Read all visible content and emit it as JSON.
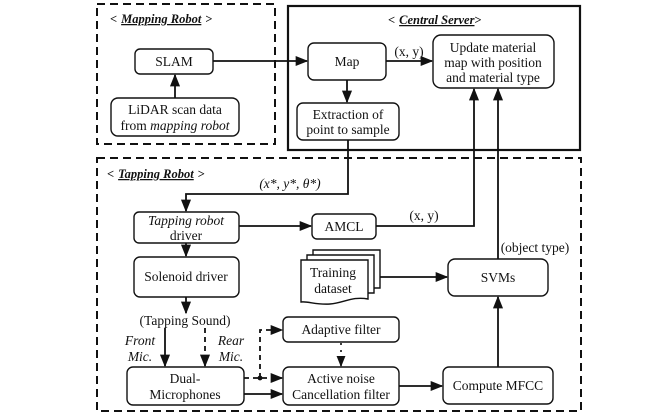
{
  "groups": {
    "mapping_robot": "Mapping Robot",
    "central_server": "Central Server",
    "tapping_robot": "Tapping Robot",
    "open_bracket": "<",
    "close_bracket": ">"
  },
  "nodes": {
    "slam": "SLAM",
    "lidar_line1": "LiDAR scan data",
    "lidar_line2_prefix": "from ",
    "lidar_line2_italic": "mapping robot",
    "map": "Map",
    "update_line1": "Update material",
    "update_line2": "map with position",
    "update_line3": "and material type",
    "extraction_line1": "Extraction of",
    "extraction_line2": "point to sample",
    "tapping_driver_line1": "Tapping robot",
    "tapping_driver_line2": "driver",
    "amcl": "AMCL",
    "solenoid": "Solenoid driver",
    "training_line1": "Training",
    "training_line2": "dataset",
    "svms": "SVMs",
    "adaptive": "Adaptive filter",
    "anc_line1": "Active noise",
    "anc_line2": "Cancellation filter",
    "dual_line1": "Dual-",
    "dual_line2": "Microphones",
    "mfcc": "Compute MFCC"
  },
  "edge_labels": {
    "map_to_update": "(x, y)",
    "target_pose": "(x*, y*, θ*)",
    "amcl_xy": "(x, y)",
    "object_type": "(object type)",
    "tapping_sound": "(Tapping Sound)",
    "front_mic_1": "Front",
    "front_mic_2": "Mic.",
    "rear_mic_1": "Rear",
    "rear_mic_2": "Mic."
  }
}
